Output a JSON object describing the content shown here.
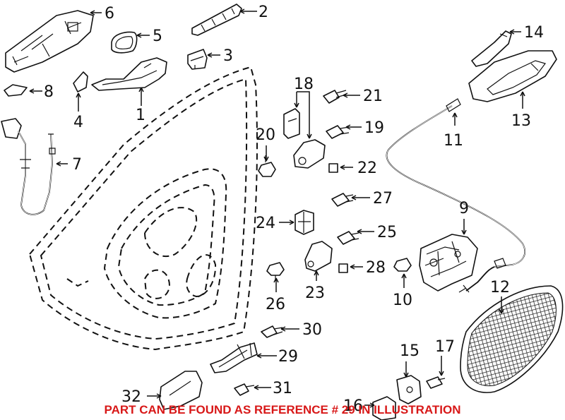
{
  "callouts": [
    {
      "id": "1",
      "text": "1"
    },
    {
      "id": "2",
      "text": "2"
    },
    {
      "id": "3",
      "text": "3"
    },
    {
      "id": "4",
      "text": "4"
    },
    {
      "id": "5",
      "text": "5"
    },
    {
      "id": "6",
      "text": "6"
    },
    {
      "id": "7",
      "text": "7"
    },
    {
      "id": "8",
      "text": "8"
    },
    {
      "id": "9",
      "text": "9"
    },
    {
      "id": "10",
      "text": "10"
    },
    {
      "id": "11",
      "text": "11"
    },
    {
      "id": "12",
      "text": "12"
    },
    {
      "id": "13",
      "text": "13"
    },
    {
      "id": "14",
      "text": "14"
    },
    {
      "id": "15",
      "text": "15"
    },
    {
      "id": "16",
      "text": "16"
    },
    {
      "id": "17",
      "text": "17"
    },
    {
      "id": "18",
      "text": "18"
    },
    {
      "id": "19",
      "text": "19"
    },
    {
      "id": "20",
      "text": "20"
    },
    {
      "id": "21",
      "text": "21"
    },
    {
      "id": "22",
      "text": "22"
    },
    {
      "id": "23",
      "text": "23"
    },
    {
      "id": "24",
      "text": "24"
    },
    {
      "id": "25",
      "text": "25"
    },
    {
      "id": "26",
      "text": "26"
    },
    {
      "id": "27",
      "text": "27"
    },
    {
      "id": "28",
      "text": "28"
    },
    {
      "id": "29",
      "text": "29"
    },
    {
      "id": "30",
      "text": "30"
    },
    {
      "id": "31",
      "text": "31"
    },
    {
      "id": "32",
      "text": "32"
    }
  ],
  "note": "PART CAN BE FOUND AS REFERENCE # 29 IN ILLUSTRATION",
  "colors": {
    "line": "#111111",
    "note": "#d81818",
    "background": "#ffffff"
  }
}
